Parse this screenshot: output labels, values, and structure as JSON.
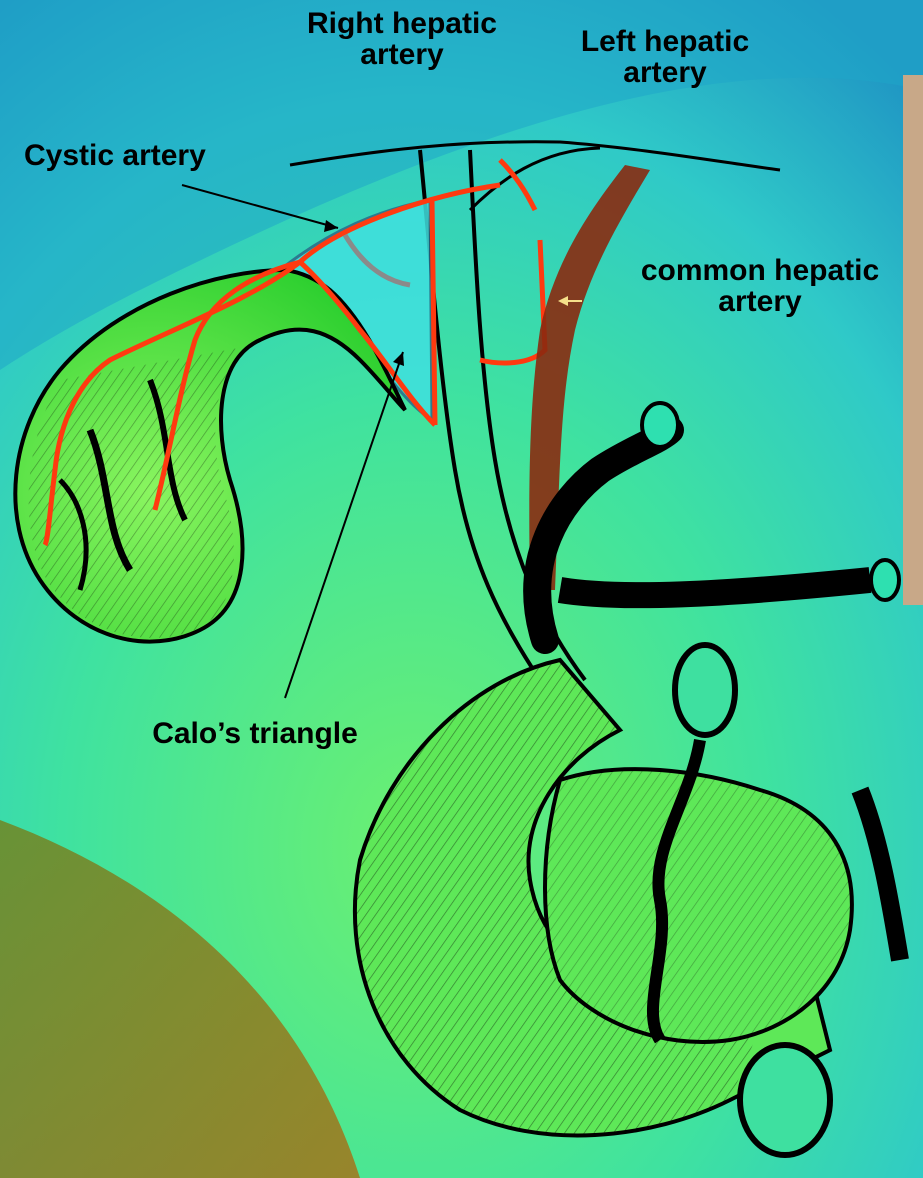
{
  "labels": {
    "right_hepatic": "Right hepatic\nartery",
    "left_hepatic": "Left hepatic\nartery",
    "cystic": "Cystic artery",
    "common_hepatic": "common hepatic\nartery",
    "calo_triangle": "Calo’s triangle"
  },
  "colors": {
    "background_top": "#1f9fc6",
    "background_mid": "#3ee0b0",
    "background_bottom": "#8a7a2c",
    "gallbladder": "#55e84a",
    "artery_red": "#ff3a10",
    "common_hepatic_artery": "#8a2a10",
    "outline": "#000000",
    "triangle_fill": "#40e0e0"
  }
}
